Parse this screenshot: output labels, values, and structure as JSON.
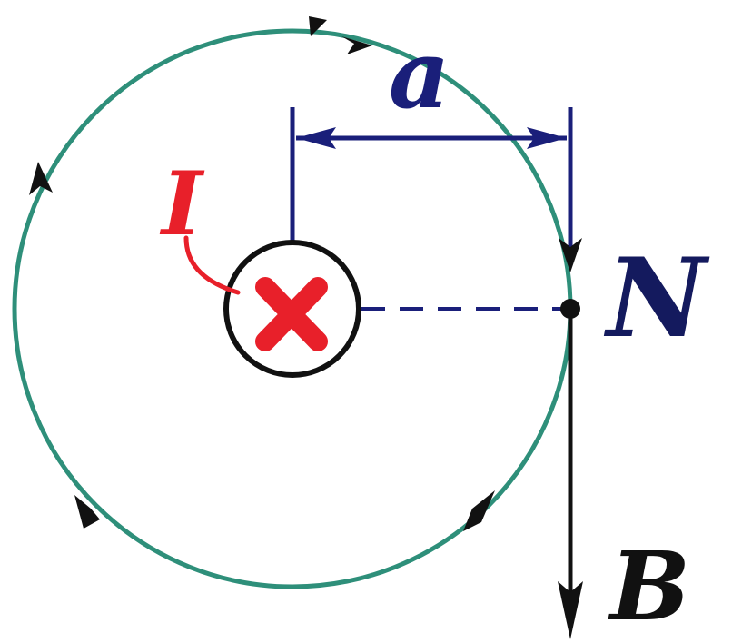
{
  "labels": {
    "current": "I",
    "distance": "a",
    "point": "N",
    "field": "B"
  },
  "colors": {
    "field_line": "#2e8f7a",
    "current": "#e8202a",
    "dimension": "#1a1f7a",
    "point_label": "#141a5e",
    "wire": "#111111",
    "vector": "#111111"
  },
  "icons": {
    "current_direction": "cross-icon",
    "flow_direction": "arrowhead-icon"
  }
}
